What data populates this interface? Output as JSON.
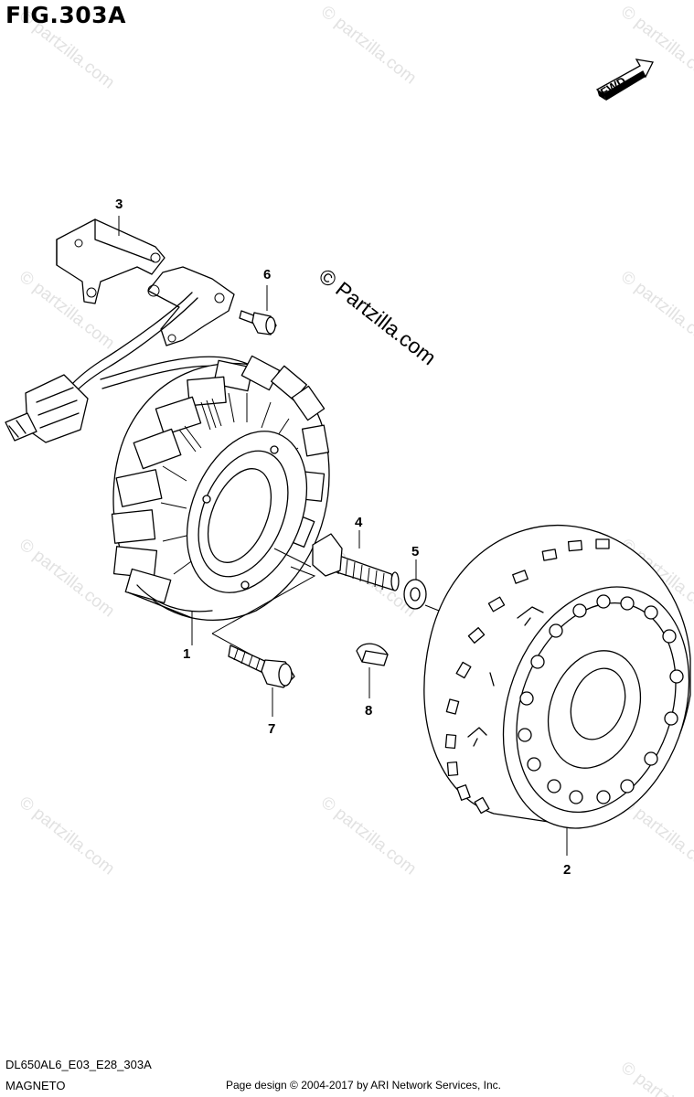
{
  "figure": {
    "title": "FIG.303A",
    "direction_badge": "FWD",
    "diagram_code": "DL650AL6_E03_E28_303A",
    "diagram_name": "MAGNETO"
  },
  "callouts": {
    "c1": "1",
    "c2": "2",
    "c3": "3",
    "c4": "4",
    "c5": "5",
    "c6": "6",
    "c7": "7",
    "c8": "8"
  },
  "watermark": {
    "small": "© partzilla.com",
    "large": "© Partzilla.com"
  },
  "footer": {
    "credit": "Page design © 2004-2017 by ARI Network Services, Inc."
  }
}
